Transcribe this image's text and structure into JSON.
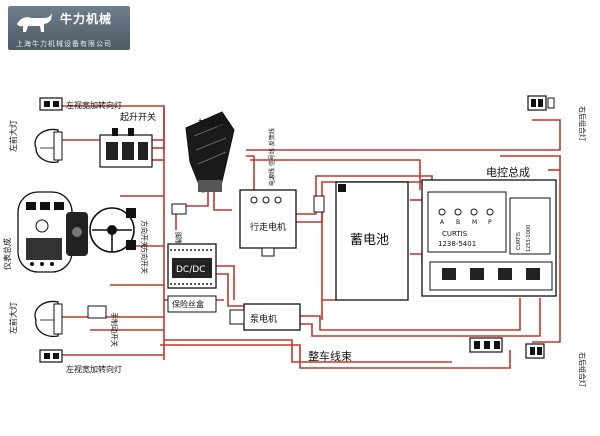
{
  "logo": {
    "brand_text": "牛力机械",
    "sub_text": "上海牛力机械设备有限公司"
  },
  "labels": {
    "left_width_signal_light_top": "左视宽加转向灯",
    "left_headlight_top": "左前大灯",
    "lift_switch": "起升开关",
    "accelerator": "加速器",
    "controller": "电控总成",
    "right_rear_light_top": "右后组合灯",
    "instrument_assembly": "仪表总成",
    "steering_switch": "方向开关",
    "direction_switch": "方向开关",
    "foot_brake_switch": "脚制动开关",
    "drive_motor": "行走电机",
    "battery": "蓄电池",
    "dcdc": "DC/DC",
    "fuse_box": "保险丝盒",
    "pump_motor": "泵电机",
    "harness": "整车线束",
    "left_headlight_bottom": "左前大灯",
    "hand_brake_switch": "手制动开关",
    "left_width_signal_light_bottom": "左视宽加转向灯",
    "right_rear_light_bottom": "右后组合灯",
    "curtis_brand": "CURTIS",
    "curtis_model": "1238-5401",
    "terminal_a": "A",
    "terminal_b": "B",
    "terminal_m": "M",
    "terminal_p": "P",
    "small_unit_brand": "CURTIS",
    "small_unit_model": "1253-1000",
    "motor_pins": "电源线 信号线 反馈线"
  },
  "colors": {
    "wire": "#c0392b",
    "ink": "#111111"
  }
}
